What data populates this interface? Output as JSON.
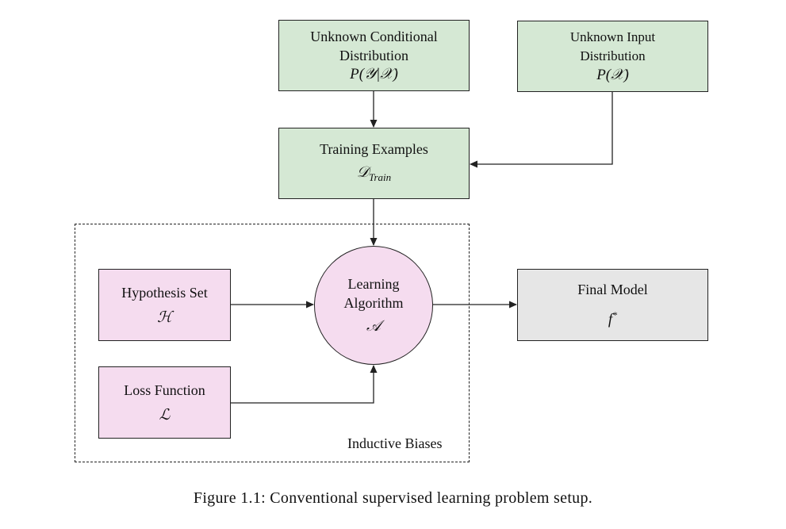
{
  "diagram": {
    "nodes": {
      "conditional": {
        "lines": [
          "Unknown Conditional",
          "Distribution"
        ],
        "symbol": "P(𝒴|𝒳)"
      },
      "input": {
        "lines": [
          "Unknown Input",
          "Distribution"
        ],
        "symbol": "P(𝒳)"
      },
      "training": {
        "lines": [
          "Training Examples"
        ],
        "symbol_main": "𝒟",
        "symbol_sub": "Train"
      },
      "hypothesis": {
        "lines": [
          "Hypothesis Set"
        ],
        "symbol": "ℋ"
      },
      "loss": {
        "lines": [
          "Loss Function"
        ],
        "symbol": "ℒ"
      },
      "algorithm": {
        "lines": [
          "Learning",
          "Algorithm"
        ],
        "symbol": "𝒜"
      },
      "final": {
        "lines": [
          "Final Model"
        ],
        "symbol_main": "f",
        "symbol_sup": "*"
      }
    },
    "group_label": "Inductive Biases",
    "edges": [
      {
        "from": "conditional",
        "to": "training"
      },
      {
        "from": "input",
        "to": "training"
      },
      {
        "from": "training",
        "to": "algorithm"
      },
      {
        "from": "hypothesis",
        "to": "algorithm"
      },
      {
        "from": "loss",
        "to": "algorithm"
      },
      {
        "from": "algorithm",
        "to": "final"
      }
    ],
    "colors": {
      "data_boxes": "#d5e8d4",
      "bias_boxes": "#f5dcef",
      "output_box": "#e6e6e6",
      "stroke": "#222222"
    }
  },
  "caption": "Figure 1.1: Conventional supervised learning problem setup."
}
